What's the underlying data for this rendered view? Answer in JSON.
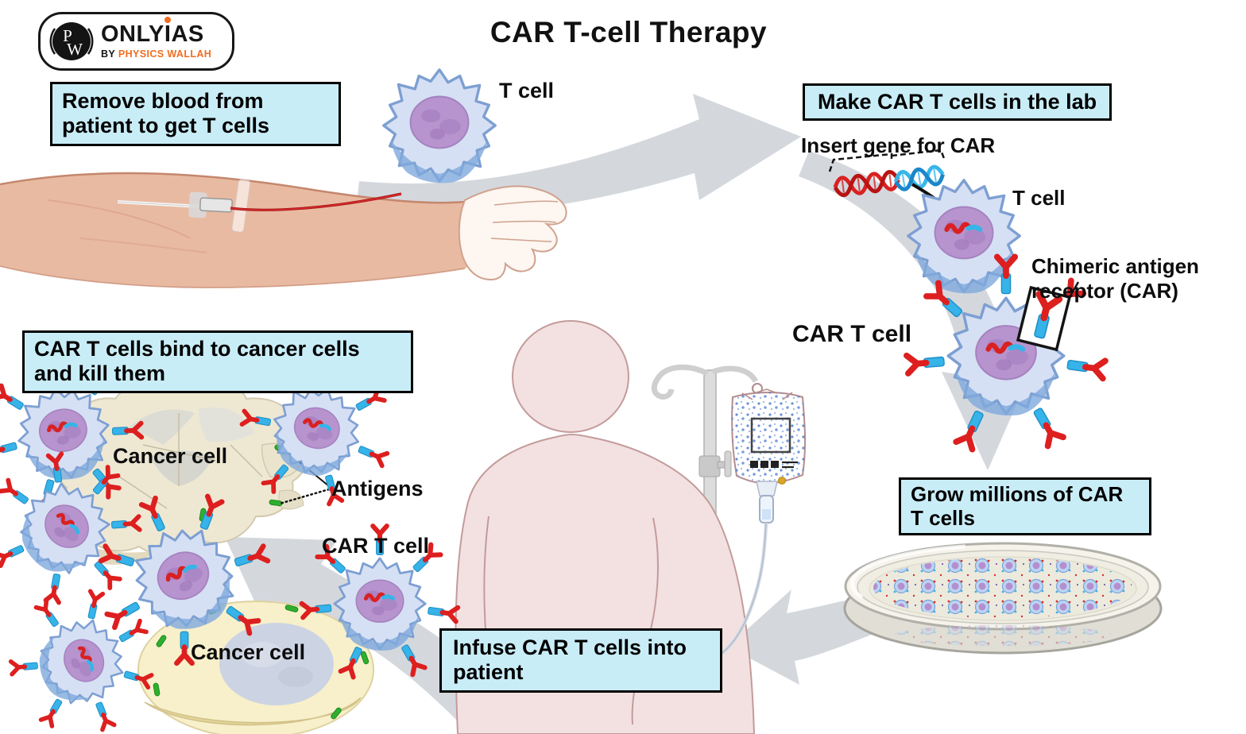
{
  "page": {
    "title": "CAR T-cell Therapy",
    "background": "#ffffff"
  },
  "logo": {
    "monogram_p": "P",
    "monogram_w": "W",
    "brand_pre": "ONLY",
    "brand_i": "I",
    "brand_post": "AS",
    "tagline_by": "BY",
    "tagline_brand": "PHYSICS WALLAH",
    "accent_orange": "#f26c1f"
  },
  "step_boxes": {
    "remove_blood": "Remove blood from patient to get T cells",
    "make_car_t": "Make CAR T cells in the lab",
    "bind_and_kill": "CAR T cells bind to cancer cells and kill them",
    "grow_millions": "Grow millions of CAR T cells",
    "infuse": "Infuse CAR T cells into patient"
  },
  "labels": {
    "t_cell_top": "T cell",
    "insert_gene": "Insert gene for CAR",
    "t_cell_lab": "T cell",
    "chimeric_receptor": "Chimeric antigen receptor (CAR)",
    "car_t_cell": "CAR T cell",
    "cancer_cell_attacked": "Cancer cell",
    "antigens": "Antigens",
    "car_t_cell_small": "CAR T cell",
    "cancer_cell_intact": "Cancer cell"
  },
  "illustrations": [
    "patient-arm-with-iv",
    "t-cell",
    "dna-gene-insert",
    "car-t-cell",
    "petri-dish-car-t-cells",
    "patient-silhouette",
    "iv-pole-and-bag",
    "cancer-cell-destroyed",
    "cancer-cell-intact",
    "process-arrows"
  ],
  "colors": {
    "step_box_fill": "#c9edf7",
    "step_box_border": "#000000",
    "arrow_gray": "#d4d8dd",
    "cell_body_blue": "#d6e0f4",
    "cell_edge_blue": "#7d9fd2",
    "nucleus_purple": "#b794ce",
    "receptor_red": "#dd1f1f",
    "receptor_stalk_cyan": "#36b3e9",
    "antigen_green": "#2fae2f",
    "cancer_cell_beige": "#eee8d3",
    "cancer_cell_yellow": "#f7f0ca",
    "skin": "#e9baa2",
    "patient_pink": "#f3e1e1"
  }
}
